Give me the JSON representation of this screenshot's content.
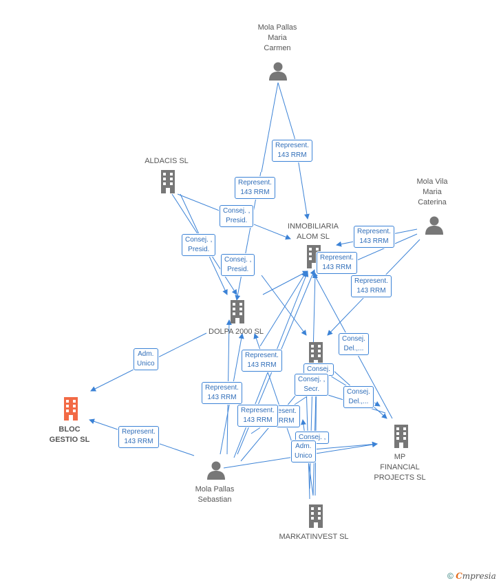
{
  "colors": {
    "edge": "#3b82d6",
    "node": "#777777",
    "highlight": "#e8553a"
  },
  "nodes": {
    "mola_pallas_maria_carmen": {
      "label": "Mola Pallas\nMaria\nCarmen",
      "icon": "person-icon"
    },
    "aldacis": {
      "label": "ALDACIS SL",
      "icon": "building-icon"
    },
    "mola_vila": {
      "label": "Mola Vila\nMaria\nCaterina",
      "icon": "person-icon"
    },
    "inmobiliaria_alom": {
      "label": "INMOBILIARIA\nALOM SL",
      "icon": "building-icon"
    },
    "dolpa": {
      "label": "DOLPA 2000 SL",
      "icon": "building-icon"
    },
    "bloc_gestio": {
      "label": "BLOC\nGESTIO SL",
      "icon": "building-icon"
    },
    "mp_financial": {
      "label": "MP\nFINANCIAL\nPROJECTS SL",
      "icon": "building-icon"
    },
    "mola_pallas_sebastian": {
      "label": "Mola Pallas\nSebastian",
      "icon": "person-icon"
    },
    "markatinvest": {
      "label": "MARKATINVEST SL",
      "icon": "building-icon"
    }
  },
  "edge_labels": [
    "Represent.\n143 RRM",
    "Represent.\n143 RRM",
    "Consej. ,\nPresid.",
    "Consej. ,\nPresid.",
    "Consej. ,\nPresid.",
    "Represent.\n143 RRM",
    "Represent.\n143 RRM",
    "Represent.\n143 RRM",
    "Consej.\nDel.,...",
    "Adm.\nUnico",
    "Represent.\n143 RRM",
    "Consej.",
    "Consej. ,\nSecr.",
    "Represent.\n143 RRM",
    "Consej.\nDel.,...",
    "Represent.\n143 RRM",
    "Represent.\n143 RRM",
    "Consej. ,",
    "Adm.\nUnico",
    "Represent.\n143 RRM"
  ],
  "footer": {
    "copyright": "©",
    "brand_first": "C",
    "brand_rest": "mpresia"
  }
}
